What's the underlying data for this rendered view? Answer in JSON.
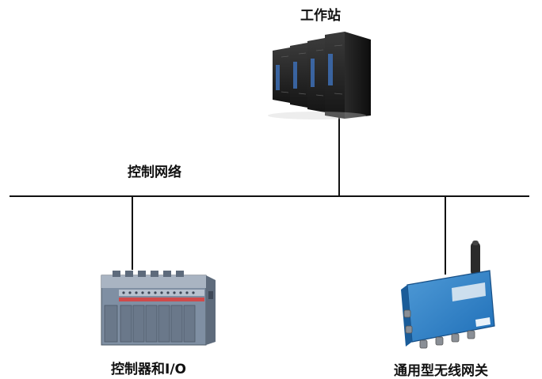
{
  "diagram": {
    "workstation_label": "工作站",
    "network_label": "控制网络",
    "controller_label": "控制器和I/O",
    "gateway_label": "通用型无线网关"
  }
}
